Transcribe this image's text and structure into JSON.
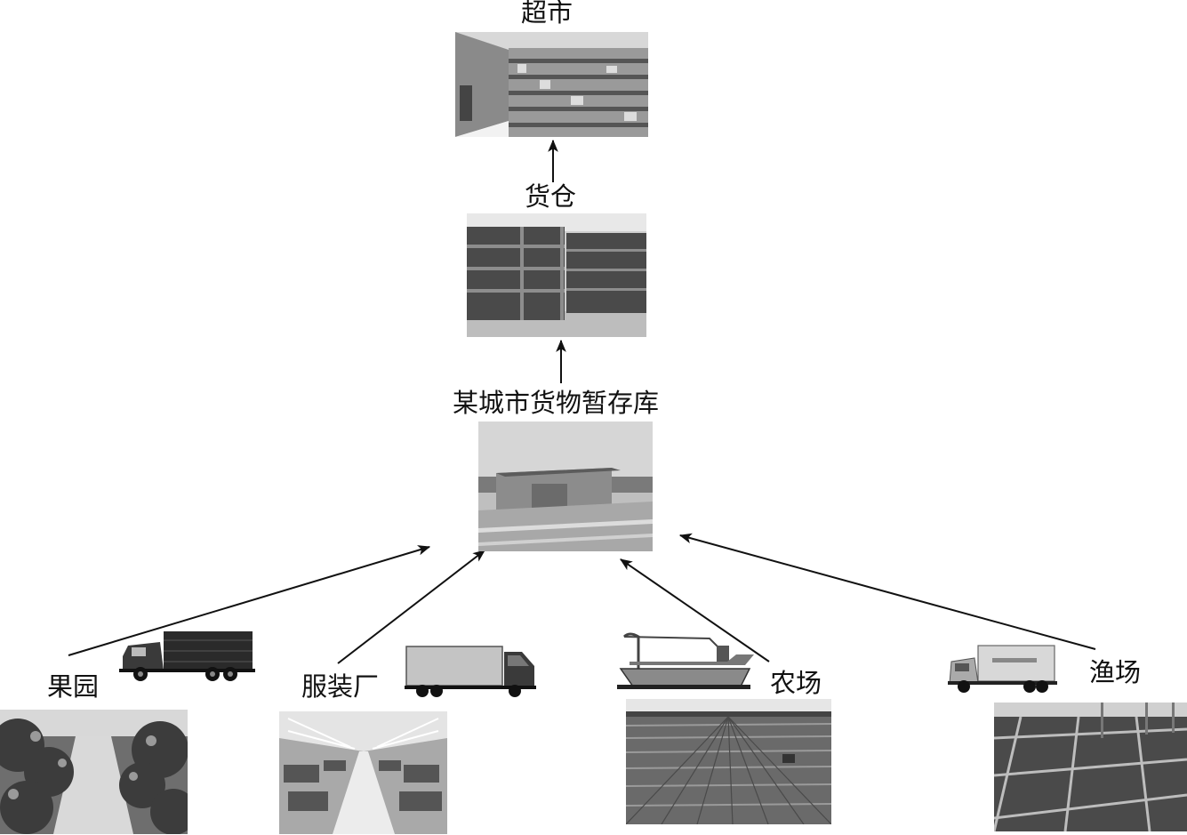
{
  "nodes": {
    "supermarket": "超市",
    "warehouse": "货仓",
    "depot": "某城市货物暂存库",
    "orchard": "果园",
    "garment_factory": "服装厂",
    "farm": "农场",
    "fishery": "渔场"
  },
  "icons": {
    "supermarket_photo": "supermarket-shelves-photo",
    "warehouse_photo": "warehouse-racks-photo",
    "depot_photo": "storage-building-photo",
    "orchard_photo": "orchard-path-photo",
    "factory_photo": "factory-floor-photo",
    "farm_photo": "crop-field-photo",
    "fishery_photo": "fish-ponds-photo",
    "vehicles": [
      "box-truck-icon",
      "semi-truck-icon",
      "cargo-ship-icon",
      "delivery-truck-icon"
    ]
  },
  "colors": {
    "ink": "#111111",
    "background": "#ffffff"
  }
}
